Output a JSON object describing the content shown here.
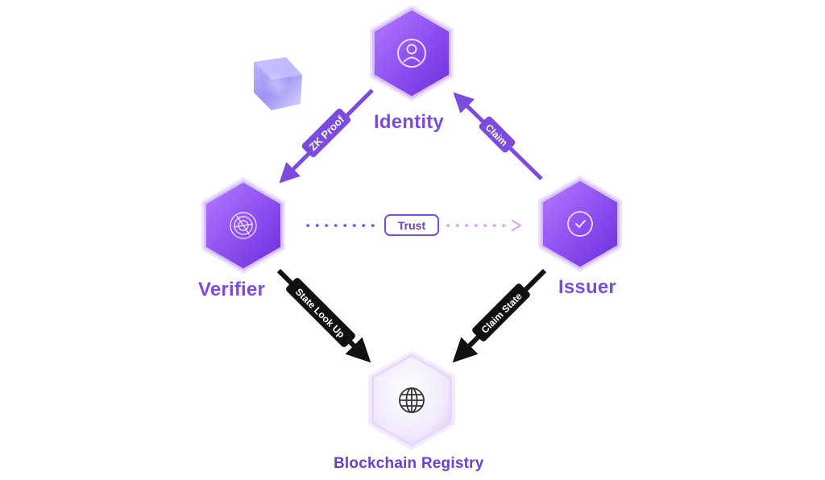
{
  "nodes": {
    "identity": {
      "label": "Identity",
      "icon": "person-icon"
    },
    "verifier": {
      "label": "Verifier",
      "icon": "fingerprint-icon"
    },
    "issuer": {
      "label": "Issuer",
      "icon": "checkmark-icon"
    },
    "registry": {
      "label": "Blockchain Registry",
      "icon": "globe-icon"
    }
  },
  "edges": {
    "zk_proof": {
      "label": "ZK Proof"
    },
    "claim": {
      "label": "Claim"
    },
    "trust": {
      "label": "Trust"
    },
    "state_look_up": {
      "label": "State Look Up"
    },
    "claim_state": {
      "label": "Claim State"
    }
  },
  "colors": {
    "primary": "#7b4be0",
    "primary_light": "#c8a8ff",
    "dark": "#111111",
    "registry_fill": "#ece6fb"
  },
  "decor": {
    "cube": "cube-icon"
  }
}
